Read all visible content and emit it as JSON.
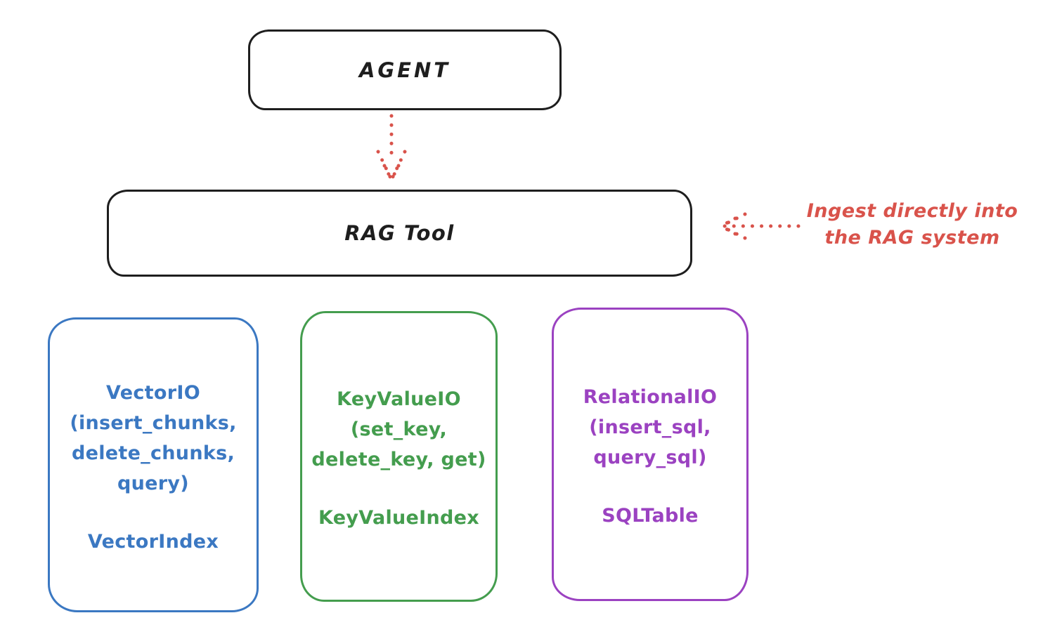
{
  "colors": {
    "background": "#ffffff",
    "ink": "#1e1e1e",
    "red": "#d9534b",
    "blue": "#3b78c2",
    "green": "#449d4e",
    "purple": "#9b42c1"
  },
  "nodes": {
    "agent": {
      "label": "AGENT"
    },
    "rag_tool": {
      "label": "RAG Tool"
    },
    "vector_io": {
      "method_lines": [
        "VectorIO",
        "(insert_chunks,",
        "delete_chunks,",
        "query)"
      ],
      "index_label": "VectorIndex"
    },
    "key_value_io": {
      "method_lines": [
        "KeyValueIO",
        "(set_key,",
        "delete_key, get)"
      ],
      "index_label": "KeyValueIndex"
    },
    "relational_io": {
      "method_lines": [
        "RelationalIO",
        "(insert_sql,",
        "query_sql)"
      ],
      "index_label": "SQLTable"
    }
  },
  "annotation": {
    "lines": [
      "Ingest directly into",
      "the RAG system"
    ]
  },
  "icons": {
    "agent_to_rag": "dotted-arrow-down",
    "ingest_to_rag": "dotted-arrow-left"
  }
}
